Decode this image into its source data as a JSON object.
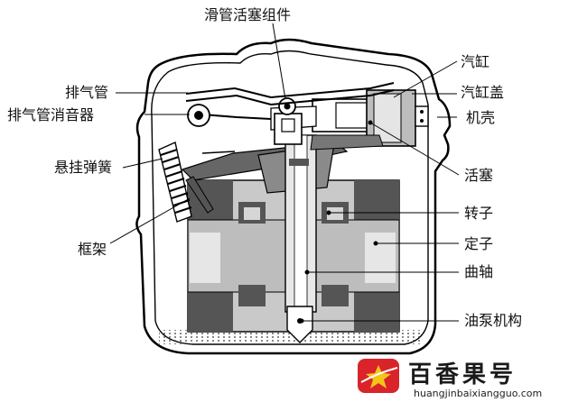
{
  "diagram": {
    "labels": {
      "slider_tube_piston": "滑管活塞组件",
      "exhaust_pipe": "排气管",
      "exhaust_muffler": "排气管消音器",
      "suspension_spring": "悬挂弹簧",
      "frame": "框架",
      "cylinder": "汽缸",
      "cylinder_cover": "汽缸盖",
      "housing": "机壳",
      "piston": "活塞",
      "rotor": "转子",
      "stator": "定子",
      "crankshaft": "曲轴",
      "oil_pump": "油泵机构"
    }
  },
  "watermark": {
    "brand": "百香果号",
    "url": "huangjinbaixiangguo.com",
    "colors": {
      "badge": "#d9242a",
      "star": "#f5c518"
    }
  }
}
